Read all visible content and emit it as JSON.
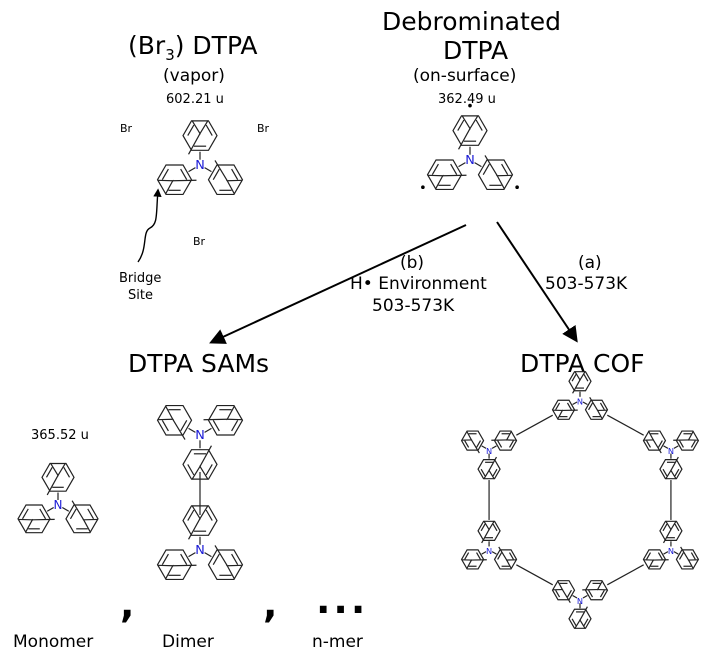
{
  "vapor": {
    "title_prefix": "(Br",
    "title_sub": "3",
    "title_suffix": ") DTPA",
    "phase": "(vapor)",
    "mass": "602.21 u",
    "br": "Br",
    "bridge": "Bridge",
    "site": "Site"
  },
  "surface": {
    "title_line1": "Debrominated",
    "title_line2": "DTPA",
    "phase": "(on-surface)",
    "mass": "362.49 u"
  },
  "path_b": {
    "label": "(b)",
    "env": "H• Environment",
    "temp": "503-573K"
  },
  "path_a": {
    "label": "(a)",
    "temp": "503-573K"
  },
  "sams": {
    "title": "DTPA SAMs",
    "mass": "365.52 u",
    "monomer": "Monomer",
    "dimer": "Dimer",
    "nmer": "n-mer",
    "comma": ",",
    "ellipsis": "..."
  },
  "cof": {
    "title": "DTPA COF"
  },
  "atom_n": "N",
  "colors": {
    "nitrogen": "#1a1ad6",
    "bond": "#222222"
  }
}
